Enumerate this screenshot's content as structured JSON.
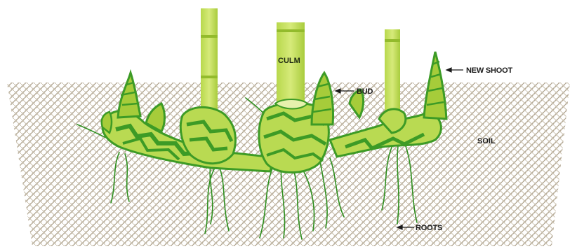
{
  "labels": {
    "culm": "CULM",
    "bud": "BUD",
    "new_shoot": "NEW SHOOT",
    "soil": "SOIL",
    "roots": "ROOTS"
  },
  "colors": {
    "culm_light": "#c5e05a",
    "culm_mid": "#a6cc3a",
    "rhizome_dark": "#3d9b26",
    "rhizome_light": "#b9da52",
    "root": "#2e8f1f",
    "soil_weave": "#b6ab97",
    "label": "#1a1a1a"
  },
  "icons": [
    "arrow-icon"
  ]
}
